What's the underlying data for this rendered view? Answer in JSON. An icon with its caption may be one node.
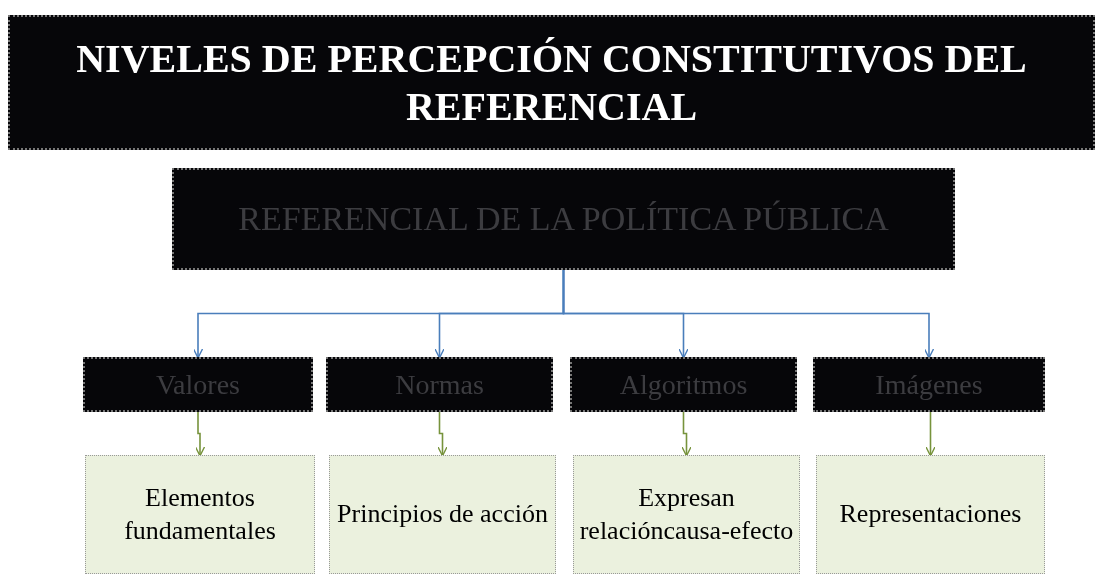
{
  "diagram": {
    "title": "NIVELES DE PERCEPCIÓN CONSTITUTIVOS DEL REFERENCIAL",
    "nodes": [
      {
        "text": [
          "REFERENCIAL DE LA POLÍTICA PÚBLICA"
        ]
      },
      {
        "text": [
          "Valores"
        ]
      },
      {
        "text": [
          "Normas"
        ]
      },
      {
        "text": [
          "Algoritmos"
        ]
      },
      {
        "text": [
          "Imágenes"
        ]
      },
      {
        "text": [
          "Elementos fundamentales"
        ]
      },
      {
        "text": [
          "Principios de acción"
        ]
      },
      {
        "text": [
          "Expresan relacióncausa-efecto"
        ]
      },
      {
        "text": [
          "Representaciones"
        ]
      }
    ],
    "edges": [
      {
        "from": 0,
        "to": 1,
        "arrow": "to",
        "color": "#4a7ebb"
      },
      {
        "from": 0,
        "to": 2,
        "arrow": "to",
        "color": "#4a7ebb"
      },
      {
        "from": 0,
        "to": 3,
        "arrow": "to",
        "color": "#4a7ebb"
      },
      {
        "from": 0,
        "to": 4,
        "arrow": "to",
        "color": "#4a7ebb"
      },
      {
        "from": 1,
        "to": 5,
        "arrow": "to",
        "color": "#77933c"
      },
      {
        "from": 2,
        "to": 6,
        "arrow": "to",
        "color": "#77933c"
      },
      {
        "from": 3,
        "to": 7,
        "arrow": "to",
        "color": "#77933c"
      },
      {
        "from": 4,
        "to": 8,
        "arrow": "to",
        "color": "#77933c"
      }
    ]
  }
}
